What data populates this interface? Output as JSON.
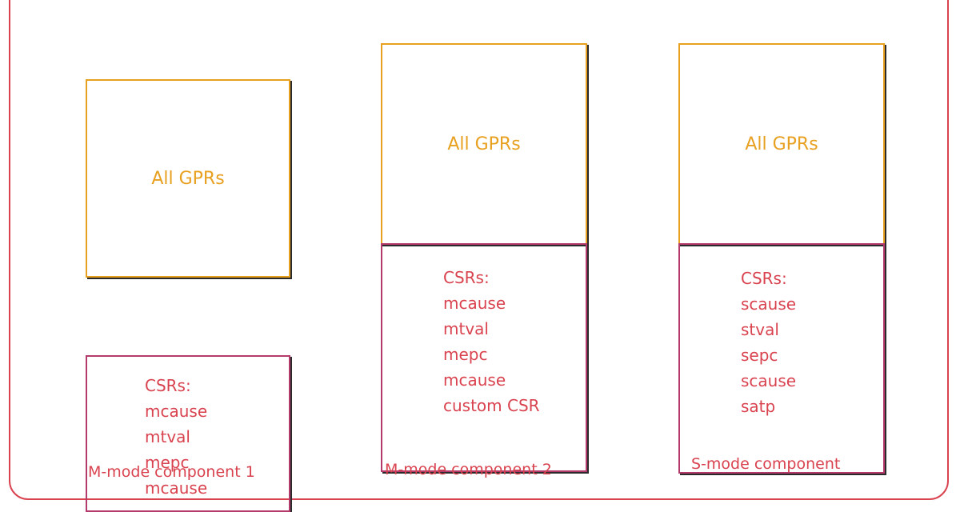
{
  "components": [
    {
      "gpr_label": "All GPRs",
      "csr_heading": "CSRs:",
      "csrs": [
        "mcause",
        "mtval",
        "mepc",
        "mcause"
      ],
      "caption": "M-mode component 1"
    },
    {
      "gpr_label": "All GPRs",
      "csr_heading": "CSRs:",
      "csrs": [
        "mcause",
        "mtval",
        "mepc",
        "mcause",
        "custom CSR"
      ],
      "caption": "M-mode component 2"
    },
    {
      "gpr_label": "All GPRs",
      "csr_heading": "CSRs:",
      "csrs": [
        "scause",
        "stval",
        "sepc",
        "scause",
        "satp"
      ],
      "caption": "S-mode component"
    }
  ],
  "colors": {
    "frame": "#d9434f",
    "gpr_border": "#e8a020",
    "gpr_text": "#e8a020",
    "csr_border": "#b33a6a",
    "csr_text": "#d9434f",
    "caption_text": "#d9434f"
  }
}
